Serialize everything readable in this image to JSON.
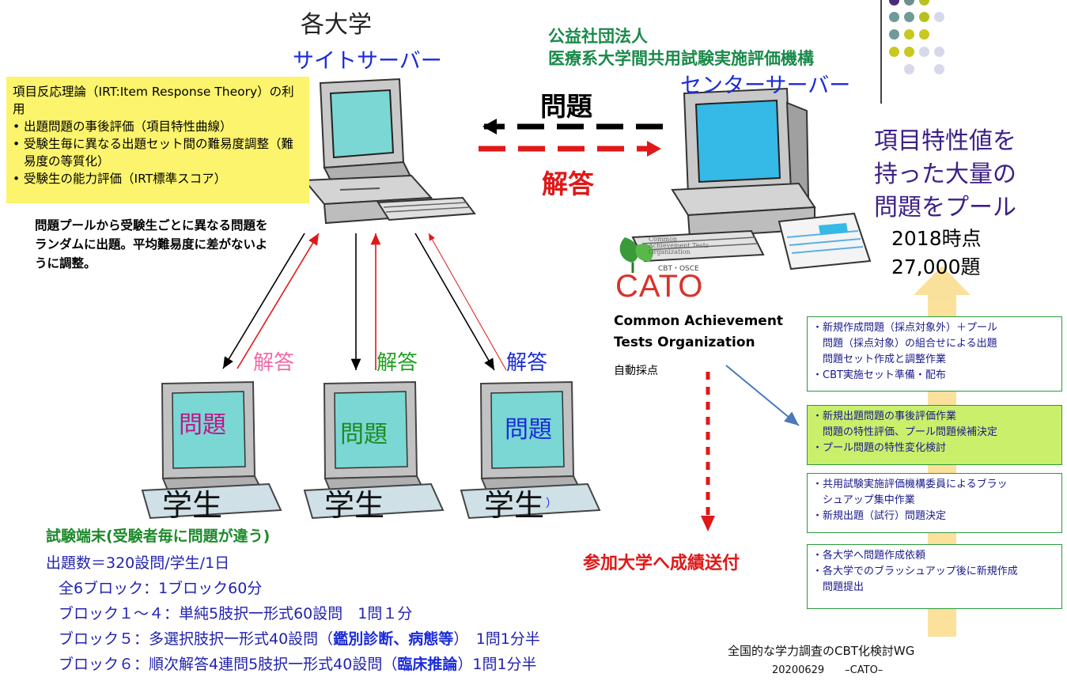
{
  "header": {
    "university": "各大学",
    "site_server": "サイトサーバー",
    "org_line1": "公益社団法人",
    "org_line2": "医療系大学間共用試験実施評価機構",
    "center_server": "センターサーバー"
  },
  "flow": {
    "question": "問題",
    "answer": "解答",
    "answer_labels": [
      "解答",
      "解答",
      "解答"
    ],
    "monitor_labels": [
      "問題",
      "問題",
      "問題"
    ],
    "student_labels": [
      "学生",
      "学生",
      "学生"
    ],
    "extra_paren": "）"
  },
  "irt_box": {
    "title": "項目反応理論（IRT:Item Response Theory）の利用",
    "items": [
      "出題問題の事後評価（項目特性曲線）",
      "受験生毎に異なる出題セット間の難易度調整（難易度の等質化）",
      "受験生の能力評価（IRT標準スコア）"
    ]
  },
  "pool_note": "問題プールから受験生ごとに異なる問題をランダムに出題。平均難易度に差がないように調整。",
  "pool": {
    "line1": "項目特性値を",
    "line2": "持った大量の",
    "line3": "問題をプール",
    "count_line1": "2018時点",
    "count_line2": "27,000題"
  },
  "cato": {
    "logo_text": "CATO",
    "logo_small1": "Common",
    "logo_small2": "Achievement Tests",
    "logo_small3": "Organization",
    "logo_small4": "CBT・OSCE",
    "name_line1": "Common Achievement",
    "name_line2": "Tests Organization",
    "auto_scoring": "自動採点"
  },
  "boxes": [
    [
      "・新規作成問題（採点対象外）＋プール",
      "　問題（採点対象）の組合せによる出題",
      "　問題セット作成と調整作業",
      "・CBT実施セット準備・配布"
    ],
    [
      "・新規出題問題の事後評価作業",
      "　問題の特性評価、プール問題候補決定",
      "・プール問題の特性変化検討"
    ],
    [
      "・共用試験実施評価機構委員によるブラッ",
      "　シュアップ集中作業",
      "・新規出題（試行）問題決定"
    ],
    [
      "・各大学へ問題作成依頼",
      "・各大学でのブラッシュアップ後に新規作成",
      "　問題提出"
    ]
  ],
  "terminal": {
    "title": "試験端末(受験者毎に問題が違う)",
    "s0": "出題数＝320設問/学生/1日",
    "s1": "全6ブロック：1ブロック60分",
    "s2": "ブロック１～４：単純5肢択一形式60設問　1問１分",
    "s3a": "ブロック５：多選択肢択一形式40設問（",
    "s3b": "鑑別診断、病態等",
    "s3c": "）　1問1分半",
    "s4a": "ブロック６：順次解答4連問5肢択一形式40設問（",
    "s4b": "臨床推論",
    "s4c": "）1問1分半"
  },
  "send_results": "参加大学へ成績送付",
  "footer": {
    "wg": "全国的な学力調査のCBT化検討WG",
    "date": "20200629　　–CATO–"
  },
  "colors": {
    "accent_blue": "#1a2bd9",
    "green": "#1d8a2a",
    "red": "#e01818",
    "purple": "#3c1f86",
    "yellow_box": "#fbf46c"
  }
}
